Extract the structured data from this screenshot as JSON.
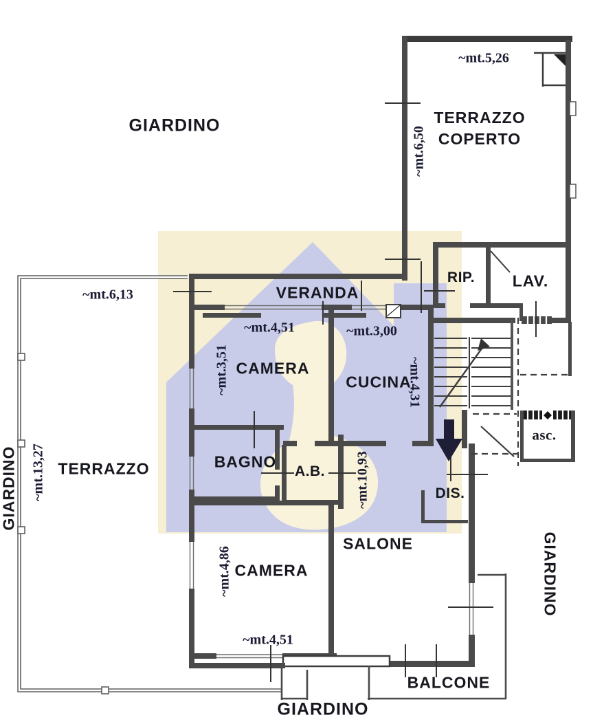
{
  "colors": {
    "wall": "#4a4a4a",
    "wall_dark": "#383838",
    "label_text": "#17171f",
    "measure_text": "#1b1b33",
    "watermark_yellow": "#f6efd3",
    "watermark_blue": "#c9cce9",
    "watermark_keyhole": "#f9f3dc",
    "arrow": "#1e1e36"
  },
  "areas": {
    "giardino_top": "GIARDINO",
    "giardino_left": "GIARDINO",
    "giardino_right": "GIARDINO",
    "giardino_bottom": "GIARDINO",
    "terrazzo": "TERRAZZO",
    "terrazzo_coperto_line1": "TERRAZZO",
    "terrazzo_coperto_line2": "COPERTO",
    "veranda": "VERANDA",
    "balcone": "BALCONE"
  },
  "rooms": {
    "camera_top": "CAMERA",
    "cucina": "CUCINA",
    "bagno": "BAGNO",
    "antibagno": "A.B.",
    "salone": "SALONE",
    "camera_bottom": "CAMERA",
    "disimpegno": "DIS.",
    "ripostiglio": "RIP.",
    "lavanderia": "LAV.",
    "ascensore": "asc."
  },
  "measurements": {
    "terrazzo_coperto_width": "~mt.5,26",
    "terrazzo_coperto_height": "~mt.6,50",
    "terrazzo_width": "~mt.6,13",
    "camera_top_width": "~mt.4,51",
    "cucina_width": "~mt.3,00",
    "camera_top_height": "~mt.3,51",
    "cucina_height": "~mt.4,31",
    "terrazzo_height": "~mt.13,27",
    "interior_depth": "~mt.10,93",
    "camera_bottom_height": "~mt.4,86",
    "camera_bottom_width": "~mt.4,51"
  }
}
